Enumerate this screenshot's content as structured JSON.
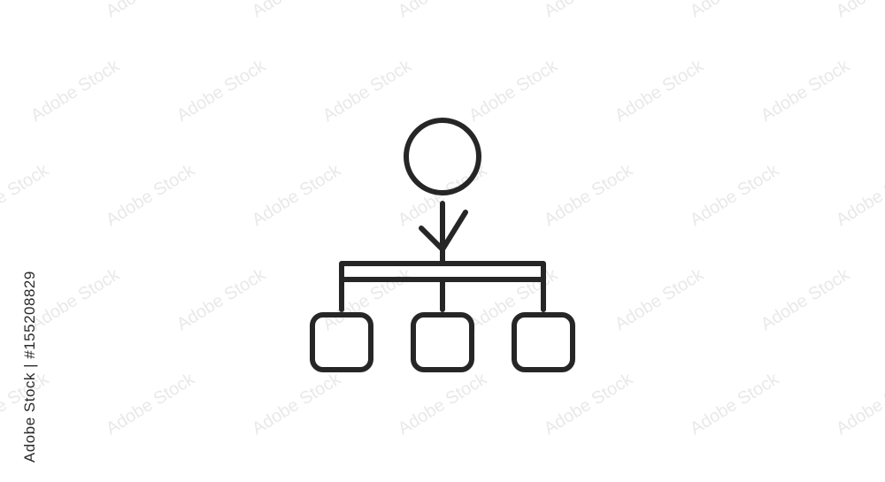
{
  "stock_id_text": "Adobe Stock | #155208829",
  "watermark_text": "Adobe Stock",
  "colors": {
    "background": "#ffffff",
    "icon_stroke": "#262626",
    "watermark": "#e9e9e9"
  },
  "icon": {
    "name": "hierarchy-structure-icon",
    "child_nodes": 3
  }
}
